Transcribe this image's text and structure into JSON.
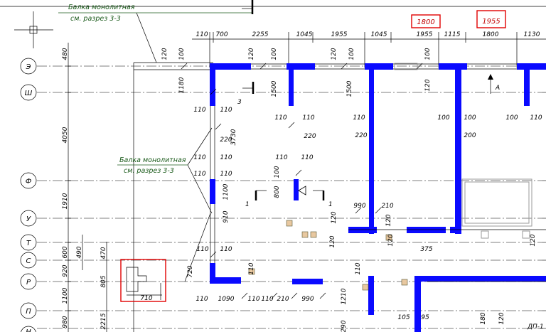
{
  "top_note": {
    "line1": "Балка монолитная",
    "line2": "см. разрез 3-3"
  },
  "mid_note": {
    "line1": "Балка монолитная",
    "line2": "см. разрез 3-3"
  },
  "axes": [
    "Э",
    "Ш",
    "Ф",
    "У",
    "Т",
    "С",
    "Р",
    "П",
    "Н"
  ],
  "section_marks": {
    "s3": "3",
    "s1_left": "1",
    "s1_right": "1",
    "sA": "A"
  },
  "top_dims": [
    "110",
    "700",
    "2255",
    "1045",
    "1955",
    "1045",
    "1955",
    "1115",
    "1800",
    "1130"
  ],
  "red_labels": {
    "r1": "1800",
    "r2": "1955"
  },
  "left_dims": {
    "d480": "480",
    "d4050": "4050",
    "d1910": "1910",
    "d600": "600",
    "d490": "490",
    "d920": "920",
    "d1100": "1100",
    "d980": "980",
    "d470": "470",
    "d805": "805",
    "d2215": "2215"
  },
  "dims": {
    "a120": "120",
    "a100": "100",
    "b120": "120",
    "b100": "100",
    "c120": "120",
    "c100": "100",
    "d100": "100",
    "e120": "120",
    "f100": "100",
    "g1180": "1180",
    "h120": "120",
    "w1500a": "1500",
    "w1500b": "1500",
    "p110a": "110",
    "p110b": "110",
    "p220": "220",
    "p3730": "3730",
    "p110c": "110",
    "p110d": "110",
    "q110a": "110",
    "q110b": "110",
    "q220a": "220",
    "s110": "110",
    "s220": "220",
    "t100a": "100",
    "t100b": "100",
    "t200": "200",
    "t100c": "100",
    "t110d": "110",
    "u110a": "110",
    "u110b": "110",
    "u100": "100",
    "u800": "800",
    "u110c": "110",
    "u110d": "110",
    "u1100": "1100",
    "u910": "910",
    "v120": "120",
    "v990": "990",
    "v210": "210",
    "v120b": "120",
    "v120c": "120",
    "v375": "375",
    "v120d": "120",
    "v120e": "120",
    "x110a": "110",
    "x110b": "110",
    "x720": "720",
    "x110c": "110",
    "x1090": "1090",
    "x110d": "110",
    "x110e": "110",
    "x110f": "110",
    "x210": "210",
    "x990": "990",
    "y110": "110",
    "y1210": "1210",
    "y290": "290",
    "y105": "105",
    "y95": "95",
    "y180": "180",
    "y120": "120",
    "z710": "710"
  },
  "dp_label": "ДП-1"
}
